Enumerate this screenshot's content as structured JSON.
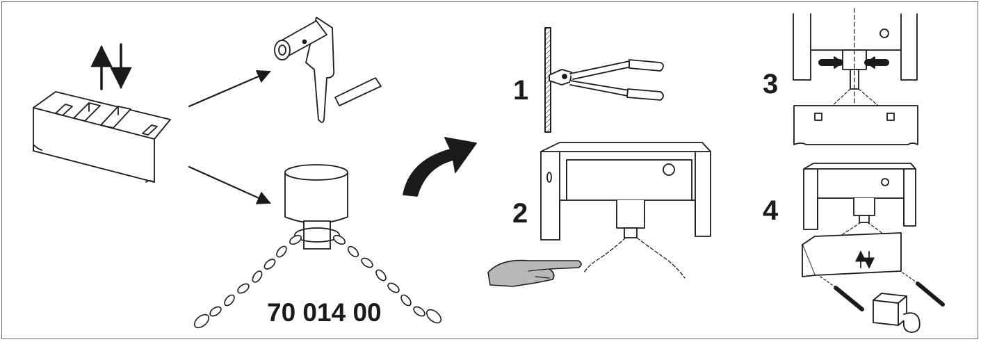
{
  "steps": [
    {
      "number": "1"
    },
    {
      "number": "2"
    },
    {
      "number": "3"
    },
    {
      "number": "4"
    }
  ],
  "part_number": "70 014 00",
  "colors": {
    "ink": "#1a1a1a",
    "hand_fill": "#b8b8b8",
    "frame": "#666666"
  },
  "icons": [
    "up-down-arrows-icon",
    "arrow-icon",
    "curved-arrow-icon",
    "bolt-cutter-icon",
    "hand-icon",
    "chain-icon",
    "padlock-icon"
  ]
}
